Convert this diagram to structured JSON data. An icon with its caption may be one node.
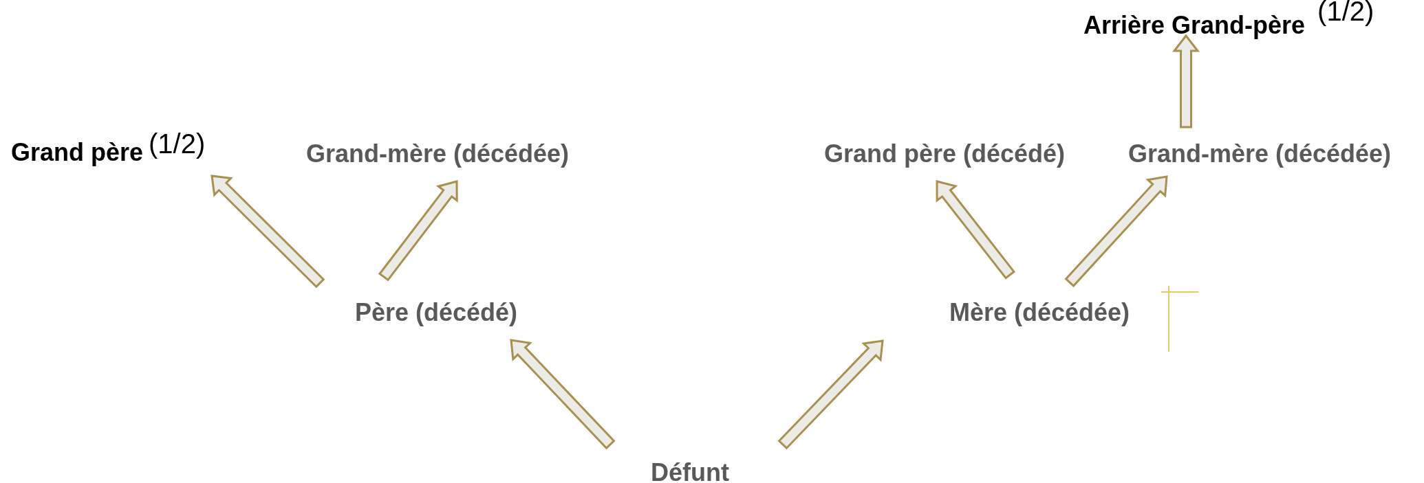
{
  "diagram": {
    "nodes": [
      {
        "text": [
          "Défunt"
        ]
      },
      {
        "text": [
          "Père (décédé)"
        ]
      },
      {
        "text": [
          "Mère (décédée)"
        ]
      },
      {
        "text": [
          "Grand père"
        ],
        "beside": [
          "(1/2)"
        ]
      },
      {
        "text": [
          "Grand-mère (décédée)"
        ]
      },
      {
        "text": [
          "Grand père (décédé)"
        ]
      },
      {
        "text": [
          "Grand-mère (décédée)"
        ]
      },
      {
        "text": [
          "Arrière Grand-père"
        ],
        "beside": [
          "(1/2)"
        ]
      }
    ],
    "edges": [
      {
        "from": 0,
        "to": 1,
        "arrow": "to"
      },
      {
        "from": 0,
        "to": 2,
        "arrow": "to"
      },
      {
        "from": 1,
        "to": 3,
        "arrow": "to"
      },
      {
        "from": 1,
        "to": 4,
        "arrow": "to"
      },
      {
        "from": 2,
        "to": 5,
        "arrow": "to"
      },
      {
        "from": 2,
        "to": 6,
        "arrow": "to"
      },
      {
        "from": 6,
        "to": 7,
        "arrow": "to"
      }
    ]
  }
}
